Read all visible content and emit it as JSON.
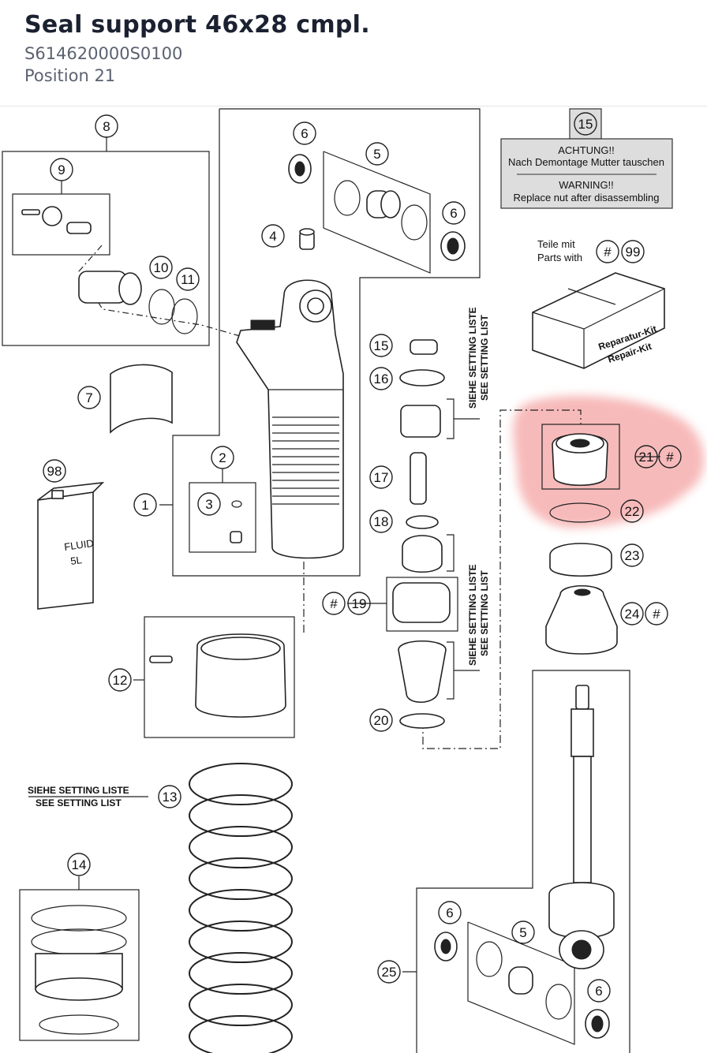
{
  "header": {
    "title": "Seal support 46x28 cmpl.",
    "part_number": "S614620000S0100",
    "position": "Position 21"
  },
  "colors": {
    "highlight": "#f5a3a3",
    "accent": "#e05050"
  },
  "diagram": {
    "callouts": {
      "c1": "1",
      "c2": "2",
      "c3": "3",
      "c4": "4",
      "c5a": "5",
      "c6a": "6",
      "c6b": "6",
      "c7": "7",
      "c8": "8",
      "c9": "9",
      "c10": "10",
      "c11": "11",
      "c12": "12",
      "c13": "13",
      "c14": "14",
      "c15a": "15",
      "c15b": "15",
      "c16": "16",
      "c17": "17",
      "c18": "18",
      "c19": "19",
      "c20": "20",
      "c21": "21",
      "c22": "22",
      "c23": "23",
      "c24": "24",
      "c25": "25",
      "c5b": "5",
      "c6c": "6",
      "c6d": "6",
      "c98": "98",
      "c99": "99"
    },
    "hash": "#",
    "warning": {
      "de_title": "ACHTUNG!!",
      "de_text": "Nach Demontage Mutter tauschen",
      "en_title": "WARNING!!",
      "en_text": "Replace nut after disassembling"
    },
    "parts_with": {
      "de": "Teile mit",
      "en": "Parts with"
    },
    "repair_kit": {
      "de": "Reparatur-Kit",
      "en": "Repair-Kit"
    },
    "fluid_can": {
      "label": "FLUID",
      "size": "5L"
    },
    "setting_list": {
      "de": "SIEHE SETTING LISTE",
      "en": "SEE SETTING LIST"
    }
  }
}
